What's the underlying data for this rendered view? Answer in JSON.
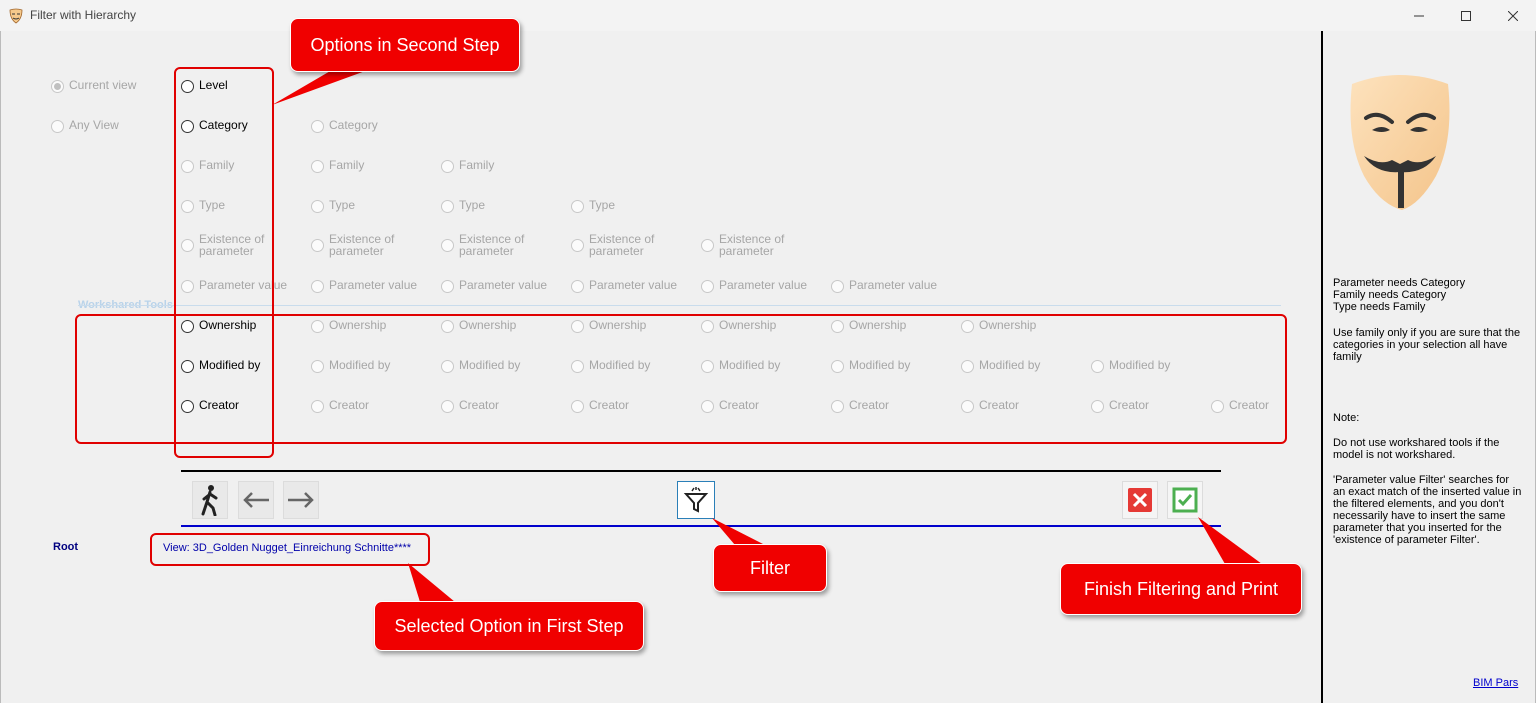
{
  "window": {
    "title": "Filter with Hierarchy"
  },
  "first_step": {
    "current_view": "Current view",
    "any_view": "Any View"
  },
  "options": {
    "level": "Level",
    "category": "Category",
    "family": "Family",
    "type": "Type",
    "existence": "Existence of parameter",
    "parameter_value": "Parameter value",
    "ownership": "Ownership",
    "modified_by": "Modified by",
    "creator": "Creator"
  },
  "workshared_tools": "Workshared Tools",
  "root": {
    "label": "Root",
    "value": "View: 3D_Golden Nugget_Einreichung Schnitte****"
  },
  "callouts": {
    "second_step": "Options in Second Step",
    "filter": "Filter",
    "first_step": "Selected Option in First Step",
    "finish": "Finish Filtering and Print"
  },
  "help": {
    "line1": "Parameter  needs  Category",
    "line2": "Family needs Category",
    "line3": "Type needs  Family",
    "p2": "Use family only if you are sure that the categories in your selection all have family",
    "note_title": "Note:",
    "note1": "Do not use workshared tools if the model is not workshared.",
    "note2": "'Parameter value Filter' searches for an exact match of the inserted value in the filtered elements, and you don't necessarily have to insert the same parameter that you inserted for the 'existence of parameter Filter'."
  },
  "link": "BIM Pars",
  "colors": {
    "callout": "#f00000",
    "highlight": "#e00000",
    "cancel": "#e53935",
    "confirm": "#4caf50"
  }
}
